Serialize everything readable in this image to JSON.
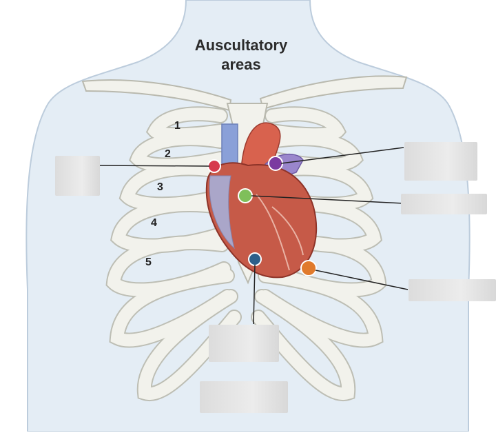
{
  "title_line1": "Auscultatory",
  "title_line2": "areas",
  "rib_numbers": [
    "1",
    "2",
    "3",
    "4",
    "5"
  ],
  "areas": [
    {
      "color": "#d63a4e"
    },
    {
      "color": "#7b3aa0"
    },
    {
      "color": "#7fbf5a"
    },
    {
      "color": "#2d5f8a"
    },
    {
      "color": "#e07a2c"
    }
  ],
  "colors": {
    "torso": "#e4edf5",
    "torso_outline": "#bcccdc",
    "bone": "#f2f2ec",
    "bone_outline": "#b9b9ae",
    "heart": "#c65a48",
    "vessel_blue": "#8aa0d8"
  }
}
